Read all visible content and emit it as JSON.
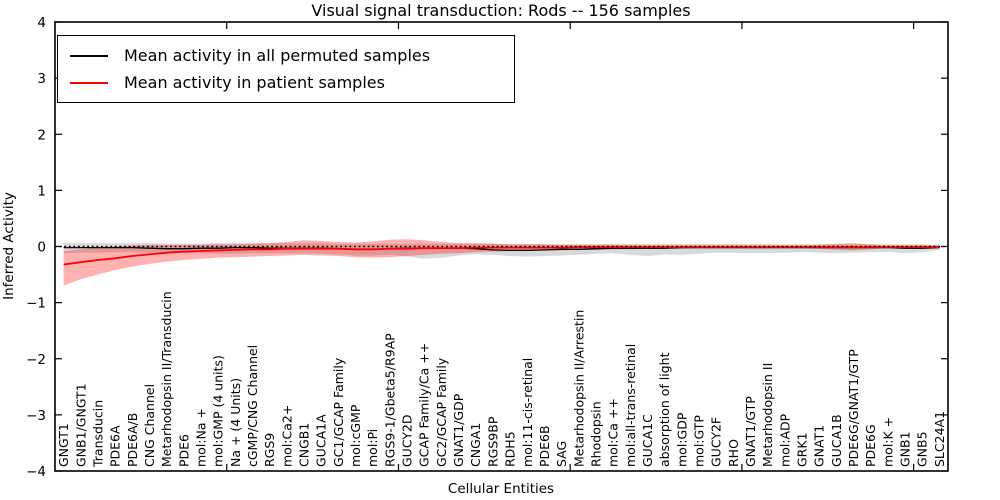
{
  "legend": {
    "entries": [
      {
        "label": "Mean activity in all permuted samples",
        "color": "#000000"
      },
      {
        "label": "Mean activity in patient samples",
        "color": "#ff0000"
      }
    ]
  },
  "chart_data": {
    "type": "line",
    "title": "Visual signal transduction: Rods -- 156 samples",
    "xlabel": "Cellular Entities",
    "ylabel": "Inferred Activity",
    "ylim": [
      -4,
      4
    ],
    "yticks": [
      4,
      3,
      2,
      1,
      0,
      -1,
      -2,
      -3,
      -4
    ],
    "ytick_labels": [
      "4",
      "3",
      "2",
      "1",
      "0",
      "−1",
      "−2",
      "−3",
      "−4"
    ],
    "x_tick_positions": [
      10,
      20,
      30,
      40,
      50
    ],
    "grid": false,
    "legend_position": "upper left",
    "zero_line": {
      "y": 0,
      "style": "dotted",
      "color": "#000000"
    },
    "categories": [
      "GNGT1",
      "GNB1/GNGT1",
      "Transducin",
      "PDE6A",
      "PDE6A/B",
      "CNG Channel",
      "Metarhodopsin II/Transducin",
      "PDE6",
      "mol:Na +",
      "mol:GMP (4 units)",
      "Na + (4 Units)",
      "cGMP/CNG Channel",
      "RGS9",
      "mol:Ca2+",
      "CNGB1",
      "GUCA1A",
      "GC1/GCAP Family",
      "mol:cGMP",
      "mol:Pi",
      "RGS9-1/Gbeta5/R9AP",
      "GUCY2D",
      "GCAP Family/Ca ++",
      "GC2/GCAP Family",
      "GNAT1/GDP",
      "CNGA1",
      "RGS9BP",
      "RDH5",
      "mol:11-cis-retinal",
      "PDE6B",
      "SAG",
      "Metarhodopsin II/Arrestin",
      "Rhodopsin",
      "mol:Ca ++",
      "mol:all-trans-retinal",
      "GUCA1C",
      "absorption of light",
      "mol:GDP",
      "mol:GTP",
      "GUCY2F",
      "RHO",
      "GNAT1/GTP",
      "Metarhodopsin II",
      "mol:ADP",
      "GRK1",
      "GNAT1",
      "GUCA1B",
      "PDE6G/GNAT1/GTP",
      "PDE6G",
      "mol:K +",
      "GNB1",
      "GNB5",
      "SLC24A1"
    ],
    "series": [
      {
        "name": "Mean activity in all permuted samples",
        "color": "#000000",
        "band_color": "#000000",
        "band_opacity": 0.15,
        "line_width": 1.3,
        "mean": [
          -0.02,
          -0.02,
          -0.02,
          -0.02,
          -0.02,
          -0.03,
          -0.04,
          -0.04,
          -0.03,
          -0.03,
          -0.02,
          -0.02,
          -0.03,
          -0.03,
          -0.03,
          -0.03,
          -0.04,
          -0.05,
          -0.05,
          -0.04,
          -0.03,
          -0.03,
          -0.03,
          -0.03,
          -0.04,
          -0.06,
          -0.07,
          -0.07,
          -0.06,
          -0.05,
          -0.05,
          -0.04,
          -0.03,
          -0.03,
          -0.03,
          -0.03,
          -0.02,
          -0.02,
          -0.02,
          -0.02,
          -0.02,
          -0.02,
          -0.02,
          -0.02,
          -0.02,
          -0.02,
          -0.02,
          -0.02,
          -0.02,
          -0.03,
          -0.03,
          -0.02
        ],
        "band_low": [
          -0.12,
          -0.11,
          -0.11,
          -0.1,
          -0.1,
          -0.11,
          -0.12,
          -0.12,
          -0.12,
          -0.13,
          -0.13,
          -0.12,
          -0.12,
          -0.12,
          -0.12,
          -0.13,
          -0.14,
          -0.16,
          -0.16,
          -0.15,
          -0.18,
          -0.22,
          -0.2,
          -0.16,
          -0.14,
          -0.15,
          -0.17,
          -0.18,
          -0.17,
          -0.16,
          -0.15,
          -0.13,
          -0.12,
          -0.15,
          -0.17,
          -0.14,
          -0.15,
          -0.13,
          -0.11,
          -0.11,
          -0.12,
          -0.12,
          -0.11,
          -0.1,
          -0.11,
          -0.12,
          -0.11,
          -0.1,
          -0.1,
          -0.12,
          -0.1,
          -0.06
        ],
        "band_high": [
          0.07,
          0.06,
          0.06,
          0.06,
          0.06,
          0.06,
          0.05,
          0.05,
          0.05,
          0.06,
          0.06,
          0.06,
          0.06,
          0.06,
          0.06,
          0.06,
          0.05,
          0.05,
          0.05,
          0.05,
          0.05,
          0.05,
          0.05,
          0.05,
          0.05,
          0.05,
          0.04,
          0.04,
          0.04,
          0.04,
          0.04,
          0.04,
          0.05,
          0.05,
          0.05,
          0.05,
          0.05,
          0.05,
          0.05,
          0.05,
          0.05,
          0.05,
          0.04,
          0.04,
          0.04,
          0.04,
          0.04,
          0.04,
          0.04,
          0.04,
          0.04,
          0.03
        ]
      },
      {
        "name": "Mean activity in patient samples",
        "color": "#ff0000",
        "band_color": "#ff0000",
        "band_opacity": 0.3,
        "line_width": 1.8,
        "mean": [
          -0.32,
          -0.28,
          -0.24,
          -0.21,
          -0.17,
          -0.14,
          -0.11,
          -0.09,
          -0.08,
          -0.07,
          -0.06,
          -0.05,
          -0.05,
          -0.04,
          -0.04,
          -0.04,
          -0.04,
          -0.05,
          -0.05,
          -0.04,
          -0.04,
          -0.03,
          -0.03,
          -0.03,
          -0.02,
          -0.02,
          -0.02,
          -0.02,
          -0.02,
          -0.02,
          -0.01,
          -0.01,
          -0.01,
          -0.01,
          -0.01,
          -0.01,
          -0.01,
          -0.01,
          -0.01,
          -0.01,
          -0.01,
          -0.01,
          -0.01,
          -0.01,
          -0.01,
          -0.01,
          -0.01,
          -0.01,
          -0.01,
          -0.01,
          -0.01,
          -0.01
        ],
        "band_low": [
          -0.7,
          -0.58,
          -0.5,
          -0.42,
          -0.36,
          -0.31,
          -0.27,
          -0.24,
          -0.22,
          -0.2,
          -0.19,
          -0.18,
          -0.17,
          -0.16,
          -0.15,
          -0.16,
          -0.17,
          -0.19,
          -0.2,
          -0.19,
          -0.17,
          -0.15,
          -0.13,
          -0.12,
          -0.1,
          -0.09,
          -0.08,
          -0.08,
          -0.07,
          -0.07,
          -0.06,
          -0.06,
          -0.05,
          -0.05,
          -0.04,
          -0.04,
          -0.04,
          -0.03,
          -0.03,
          -0.03,
          -0.03,
          -0.03,
          -0.03,
          -0.03,
          -0.04,
          -0.06,
          -0.07,
          -0.05,
          -0.03,
          -0.03,
          -0.03,
          -0.02
        ],
        "band_high": [
          -0.08,
          -0.05,
          -0.02,
          0.0,
          0.02,
          0.03,
          0.03,
          0.03,
          0.03,
          0.04,
          0.04,
          0.05,
          0.06,
          0.08,
          0.11,
          0.1,
          0.08,
          0.07,
          0.09,
          0.12,
          0.13,
          0.11,
          0.08,
          0.06,
          0.06,
          0.05,
          0.04,
          0.04,
          0.04,
          0.03,
          0.03,
          0.03,
          0.03,
          0.02,
          0.02,
          0.02,
          0.02,
          0.02,
          0.02,
          0.02,
          0.02,
          0.02,
          0.02,
          0.02,
          0.03,
          0.05,
          0.06,
          0.04,
          0.02,
          0.02,
          0.02,
          0.02
        ]
      }
    ]
  }
}
